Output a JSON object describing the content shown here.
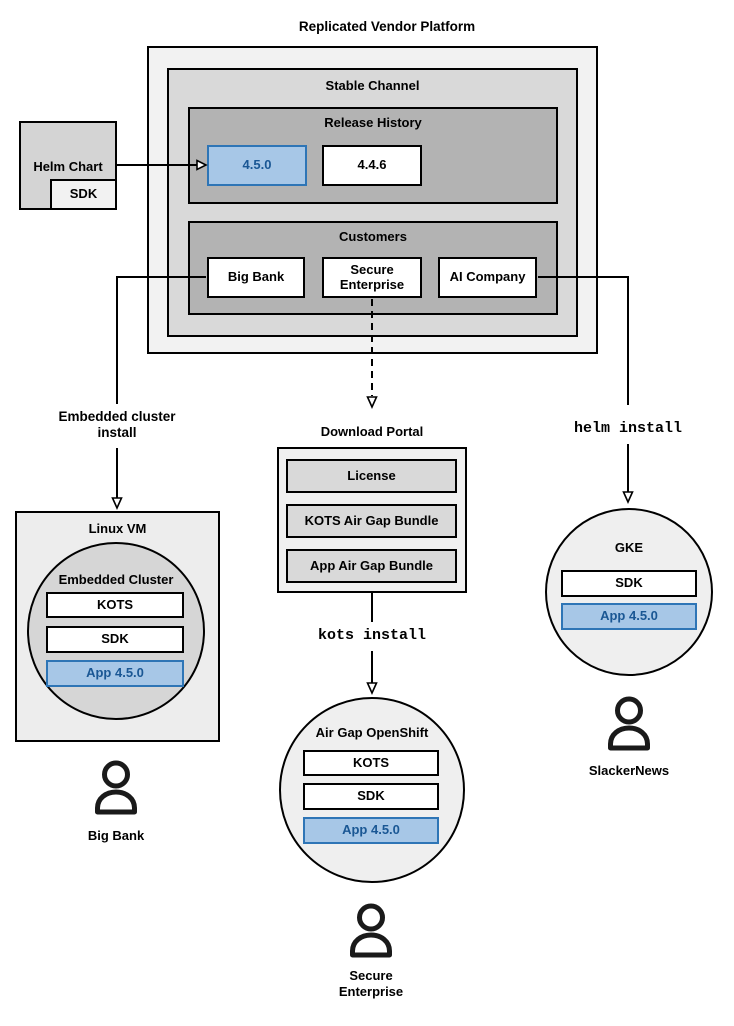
{
  "title": "Replicated Vendor Platform",
  "platform": {
    "stable_channel_label": "Stable Channel",
    "release_history": {
      "label": "Release History",
      "current_version": "4.5.0",
      "previous_version": "4.4.6"
    },
    "customers": {
      "label": "Customers",
      "big_bank": "Big Bank",
      "secure_enterprise": "Secure Enterprise",
      "ai_company": "AI Company"
    }
  },
  "helm_chart": {
    "label": "Helm Chart",
    "sdk": "SDK"
  },
  "left_flow": {
    "install_label": "Embedded cluster install",
    "linux_vm": {
      "label": "Linux VM",
      "cluster_label": "Embedded Cluster",
      "components": {
        "kots": "KOTS",
        "sdk": "SDK",
        "app": "App 4.5.0"
      }
    },
    "user_label": "Big Bank"
  },
  "center_flow": {
    "portal": {
      "label": "Download Portal",
      "items": [
        "License",
        "KOTS Air Gap Bundle",
        "App Air Gap Bundle"
      ]
    },
    "install_command": "kots install",
    "cluster": {
      "label": "Air Gap OpenShift",
      "components": {
        "kots": "KOTS",
        "sdk": "SDK",
        "app": "App 4.5.0"
      }
    },
    "user_label": "Secure Enterprise"
  },
  "right_flow": {
    "install_command": "helm install",
    "cluster": {
      "label": "GKE",
      "components": {
        "sdk": "SDK",
        "app": "App 4.5.0"
      }
    },
    "user_label": "SlackerNews"
  },
  "colors": {
    "platform_bg": "#f2f2f2",
    "channel_bg": "#d9d9d9",
    "section_bg": "#b3b3b3",
    "item_bg": "#d9d9d9",
    "circle_bg": "#efefef",
    "highlight_fill": "#a7c7e7",
    "highlight_border": "#2e75b6",
    "highlight_text": "#1a5794"
  }
}
